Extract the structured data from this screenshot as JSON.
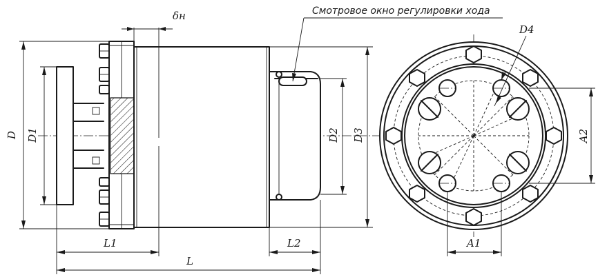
{
  "annotation": {
    "viewing_window": "Смотровое окно регулировки хода"
  },
  "dimensions": {
    "delta_n": "δн",
    "D": "D",
    "D1": "D1",
    "D2": "D2",
    "D3": "D3",
    "D4": "D4",
    "A1": "A1",
    "A2": "A2",
    "L": "L",
    "L1": "L1",
    "L2": "L2"
  }
}
